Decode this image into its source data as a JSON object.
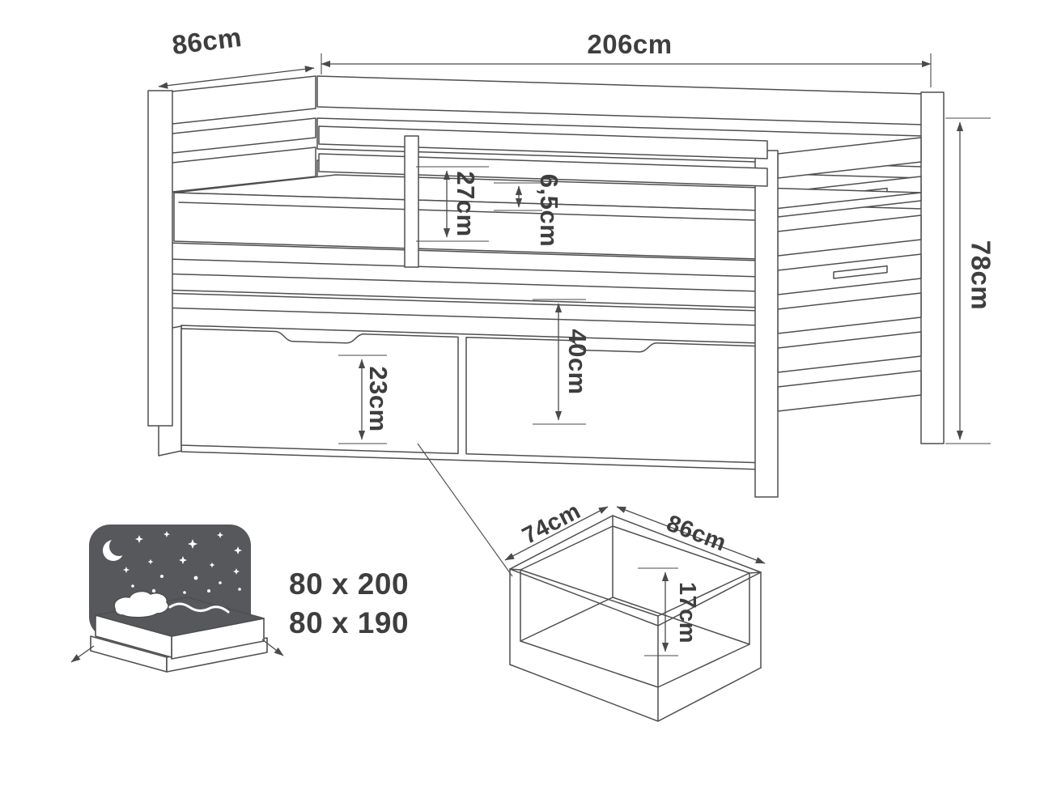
{
  "diagram": {
    "subject": "day bed with trundle and storage drawers - dimension drawing",
    "colors": {
      "line": "#4f4f4f",
      "text": "#3e3e3e",
      "background": "#ffffff",
      "night_sky": "#57585b"
    }
  },
  "dims": {
    "bed": {
      "depth": "86cm",
      "length": "206cm",
      "height": "78cm",
      "guard_rail": "27cm",
      "slat": "6,5cm",
      "trundle": "40cm",
      "drawer_front": "23cm"
    },
    "drawer": {
      "depth": "74cm",
      "width": "86cm",
      "height": "17cm"
    }
  },
  "mattress_sizes": [
    "80 x 200",
    "80 x 190"
  ]
}
